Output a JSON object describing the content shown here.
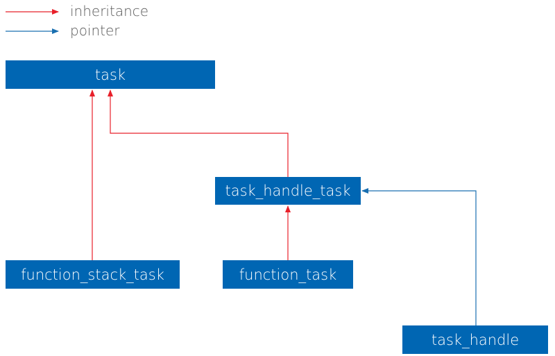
{
  "legend": {
    "inheritance": {
      "label": "inheritance",
      "color": "#e8202a"
    },
    "pointer": {
      "label": "pointer",
      "color": "#1a6fb0"
    }
  },
  "nodes": {
    "task": "task",
    "task_handle_task": "task_handle_task",
    "function_stack_task": "function_stack_task",
    "function_task": "function_task",
    "task_handle": "task_handle"
  },
  "colors": {
    "box_fill": "#0066b3",
    "box_text": "#ffffff",
    "inheritance": "#e8202a",
    "pointer": "#1a6fb0"
  },
  "edges": [
    {
      "from": "function_stack_task",
      "to": "task",
      "kind": "inheritance"
    },
    {
      "from": "task_handle_task",
      "to": "task",
      "kind": "inheritance"
    },
    {
      "from": "function_task",
      "to": "task_handle_task",
      "kind": "inheritance"
    },
    {
      "from": "task_handle",
      "to": "task_handle_task",
      "kind": "pointer"
    }
  ]
}
